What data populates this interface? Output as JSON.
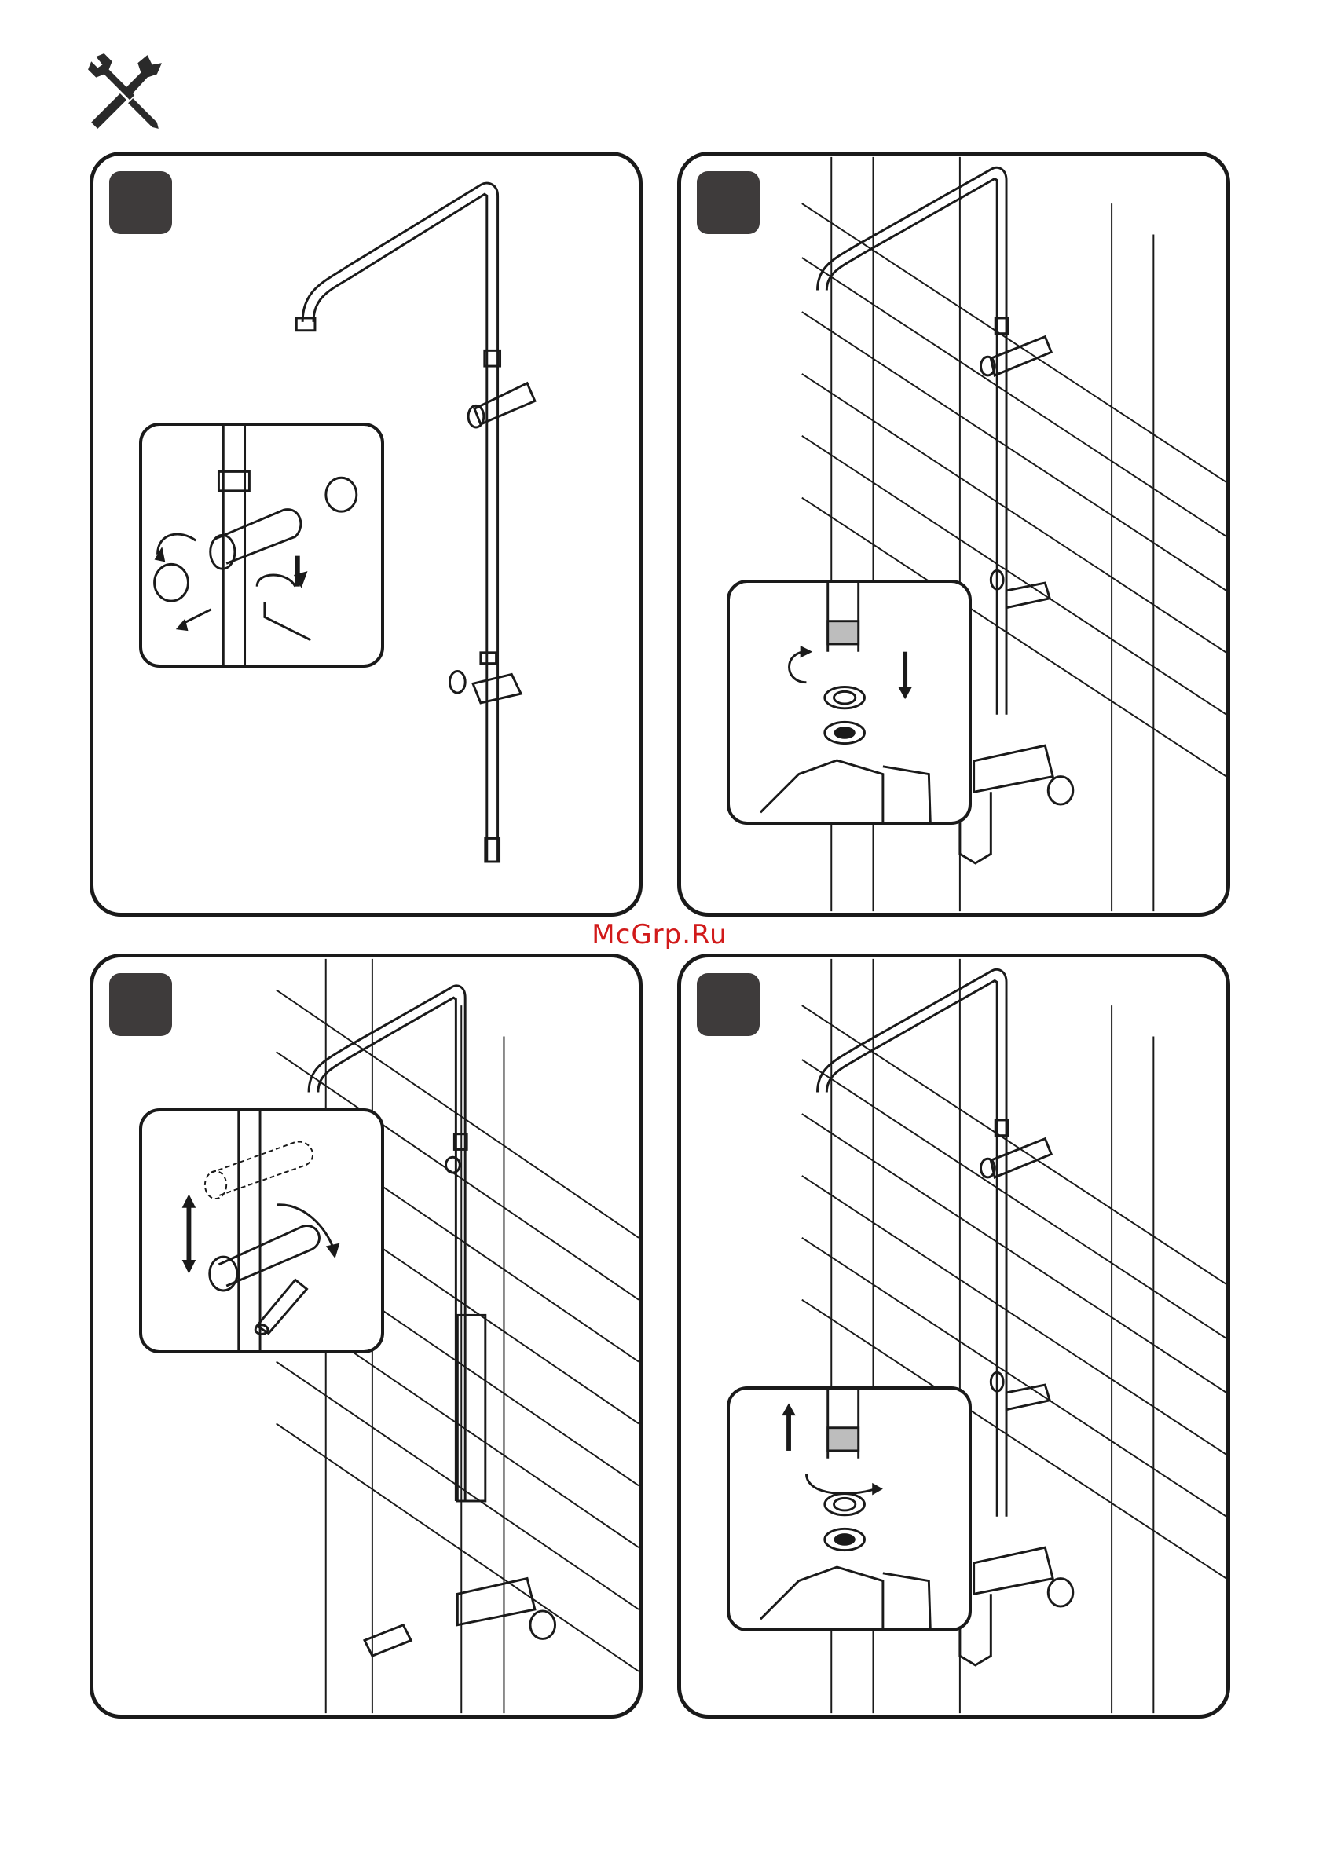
{
  "watermark": "McGrp.Ru",
  "header": {
    "icon": "tools-icon"
  },
  "steps": [
    {
      "id": 1,
      "badge": ""
    },
    {
      "id": 2,
      "badge": ""
    },
    {
      "id": 3,
      "badge": ""
    },
    {
      "id": 4,
      "badge": ""
    }
  ],
  "colors": {
    "line": "#1a1a1a",
    "badge": "#3e3b3b",
    "watermark": "#d11a1a",
    "highlight": "#bdbdbd"
  }
}
